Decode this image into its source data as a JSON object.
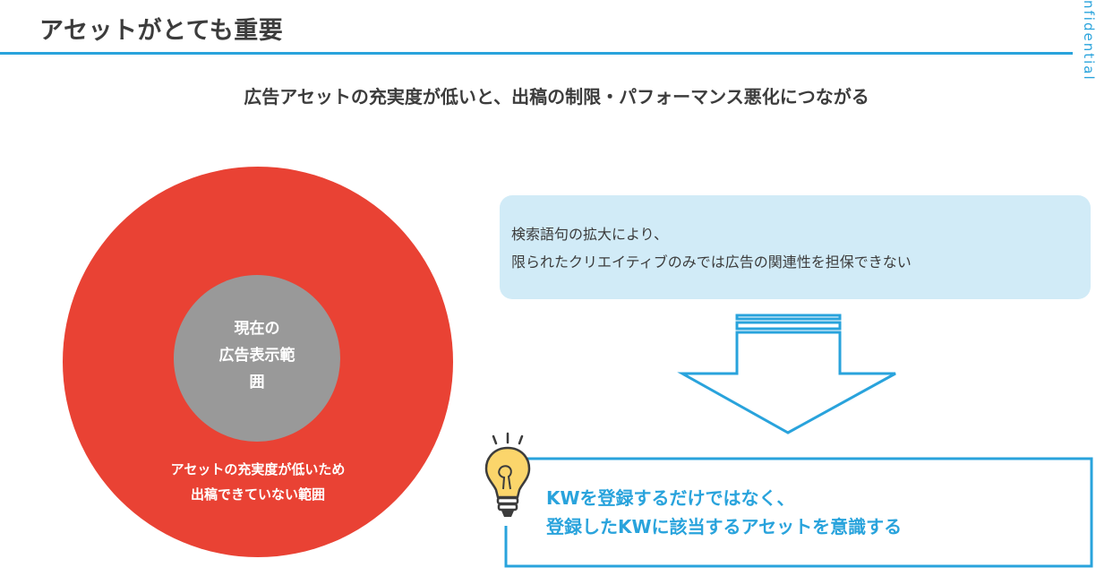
{
  "header": {
    "title": "アセットがとても重要",
    "watermark": "nfidential"
  },
  "subtitle": "広告アセットの充実度が低いと、出稿の制限・パフォーマンス悪化につながる",
  "diagram": {
    "inner_circle": {
      "lines": [
        "現在の",
        "広告表示範",
        "囲"
      ],
      "color": "#999999"
    },
    "outer_circle": {
      "lines": [
        "アセットの充実度が低いため",
        "出稿できていない範囲"
      ],
      "color": "#e94234"
    }
  },
  "info_box": {
    "lines": [
      "検索語句の拡大により、",
      "限られたクリエイティブのみでは広告の関連性を担保できない"
    ],
    "background": "#d1ebf7"
  },
  "arrow": {
    "direction": "down",
    "color": "#29a3dc"
  },
  "conclusion": {
    "icon": "lightbulb-icon",
    "lines": [
      "KWを登録するだけではなく、",
      "登録したKWに該当するアセットを意識する"
    ],
    "color": "#29a3dc"
  },
  "colors": {
    "accent": "#29a3dc",
    "text": "#3c3c3c",
    "bulb": "#fbd56b"
  }
}
